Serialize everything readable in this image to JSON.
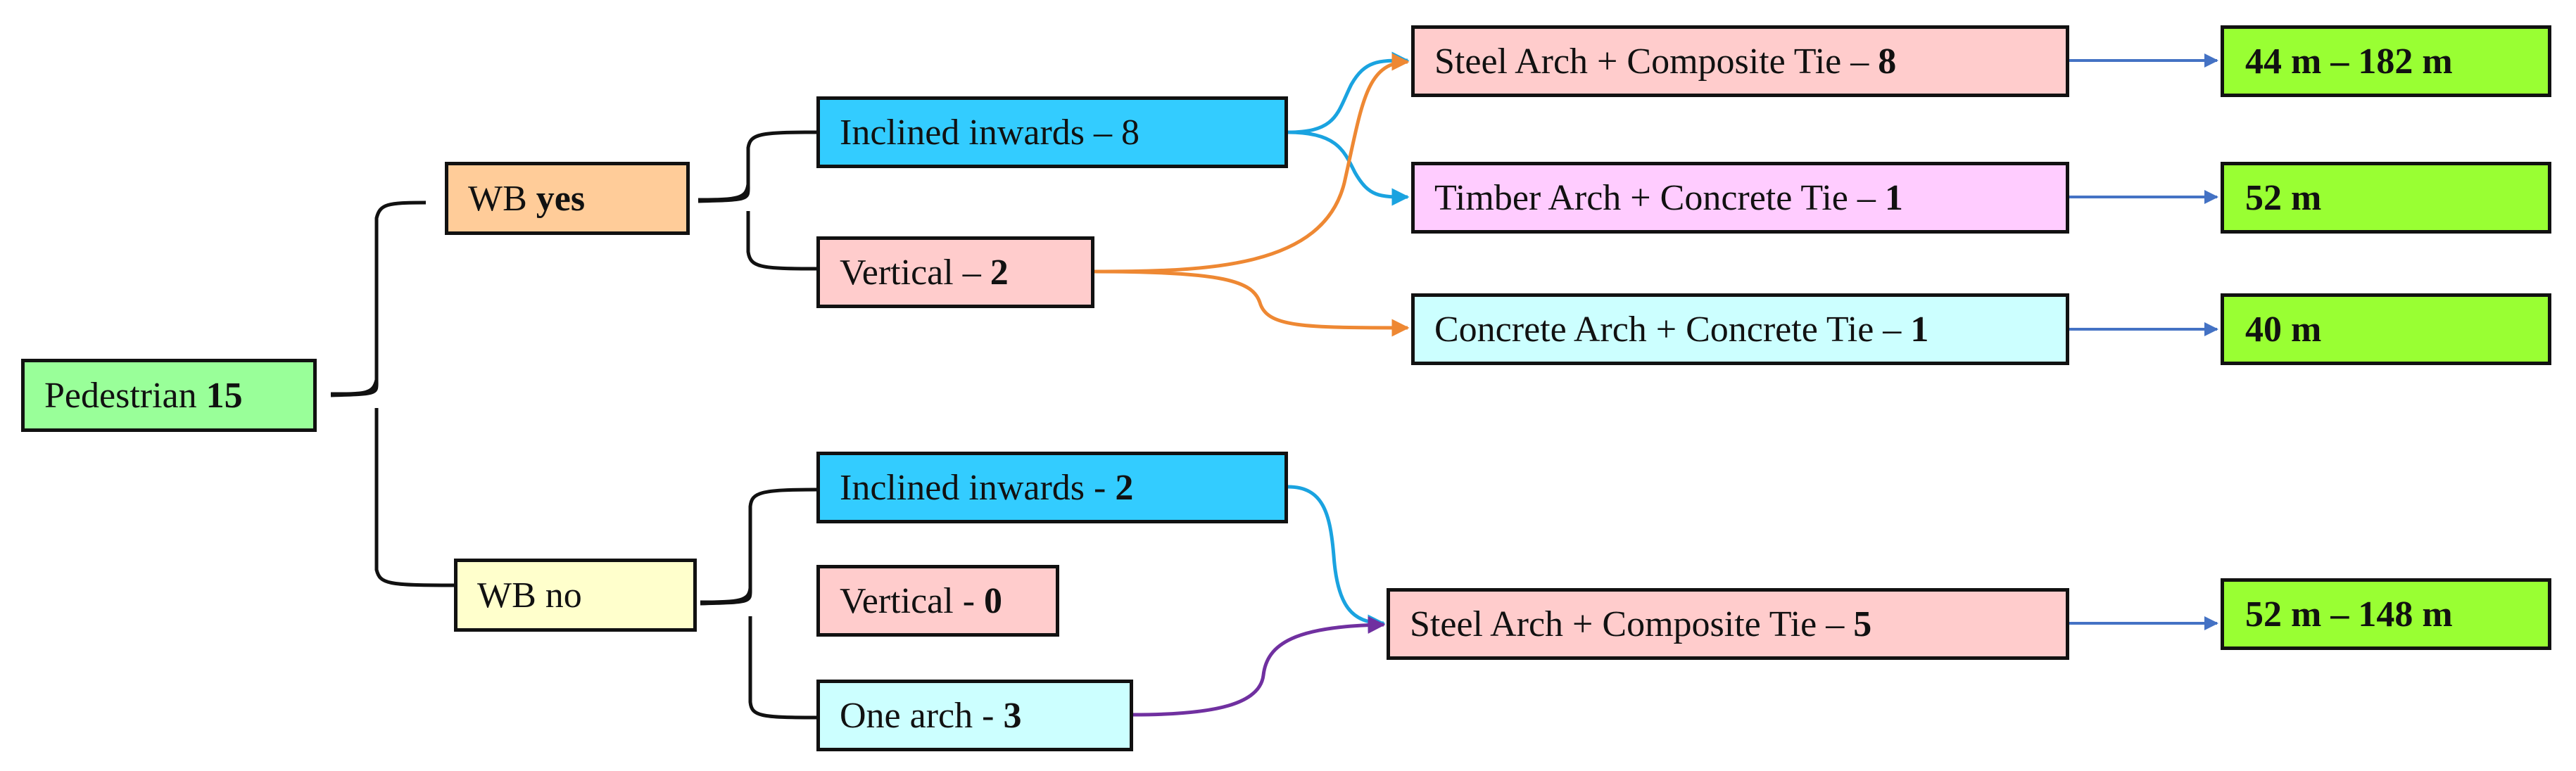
{
  "root": {
    "label": "Pedestrian ",
    "count": "15",
    "color": "#99ff99"
  },
  "wb_yes": {
    "label": "WB ",
    "emph": "yes",
    "color": "#ffcc99"
  },
  "wb_no": {
    "label": "WB no",
    "color": "#ffffcc"
  },
  "yes_branches": [
    {
      "label": "Inclined inwards – 8",
      "color": "#33ccff"
    },
    {
      "label": "Vertical – ",
      "count": "2",
      "color": "#ffcccc"
    }
  ],
  "no_branches": [
    {
      "label": "Inclined inwards - ",
      "count": "2",
      "color": "#33ccff"
    },
    {
      "label": "Vertical - ",
      "count": "0",
      "color": "#ffcccc"
    },
    {
      "label": "One arch - ",
      "count": "3",
      "color": "#ccffff"
    }
  ],
  "types": [
    {
      "label": "Steel Arch + Composite Tie – ",
      "count": "8",
      "color": "#ffcccc"
    },
    {
      "label": "Timber Arch + Concrete Tie – ",
      "count": "1",
      "color": "#ffccff"
    },
    {
      "label": "Concrete Arch + Concrete Tie – ",
      "count": "1",
      "color": "#ccffff"
    },
    {
      "label": "Steel Arch + Composite Tie – ",
      "count": "5",
      "color": "#ffcccc"
    }
  ],
  "spans": [
    "44 m – 182 m",
    "52 m",
    "40 m",
    "52 m – 148 m"
  ],
  "span_color": "#99ff33",
  "connector_colors": {
    "blue": "#1aa3e0",
    "orange": "#ee8833",
    "purple": "#7030a0",
    "arrow": "#4472c4",
    "bracket": "#111111"
  }
}
